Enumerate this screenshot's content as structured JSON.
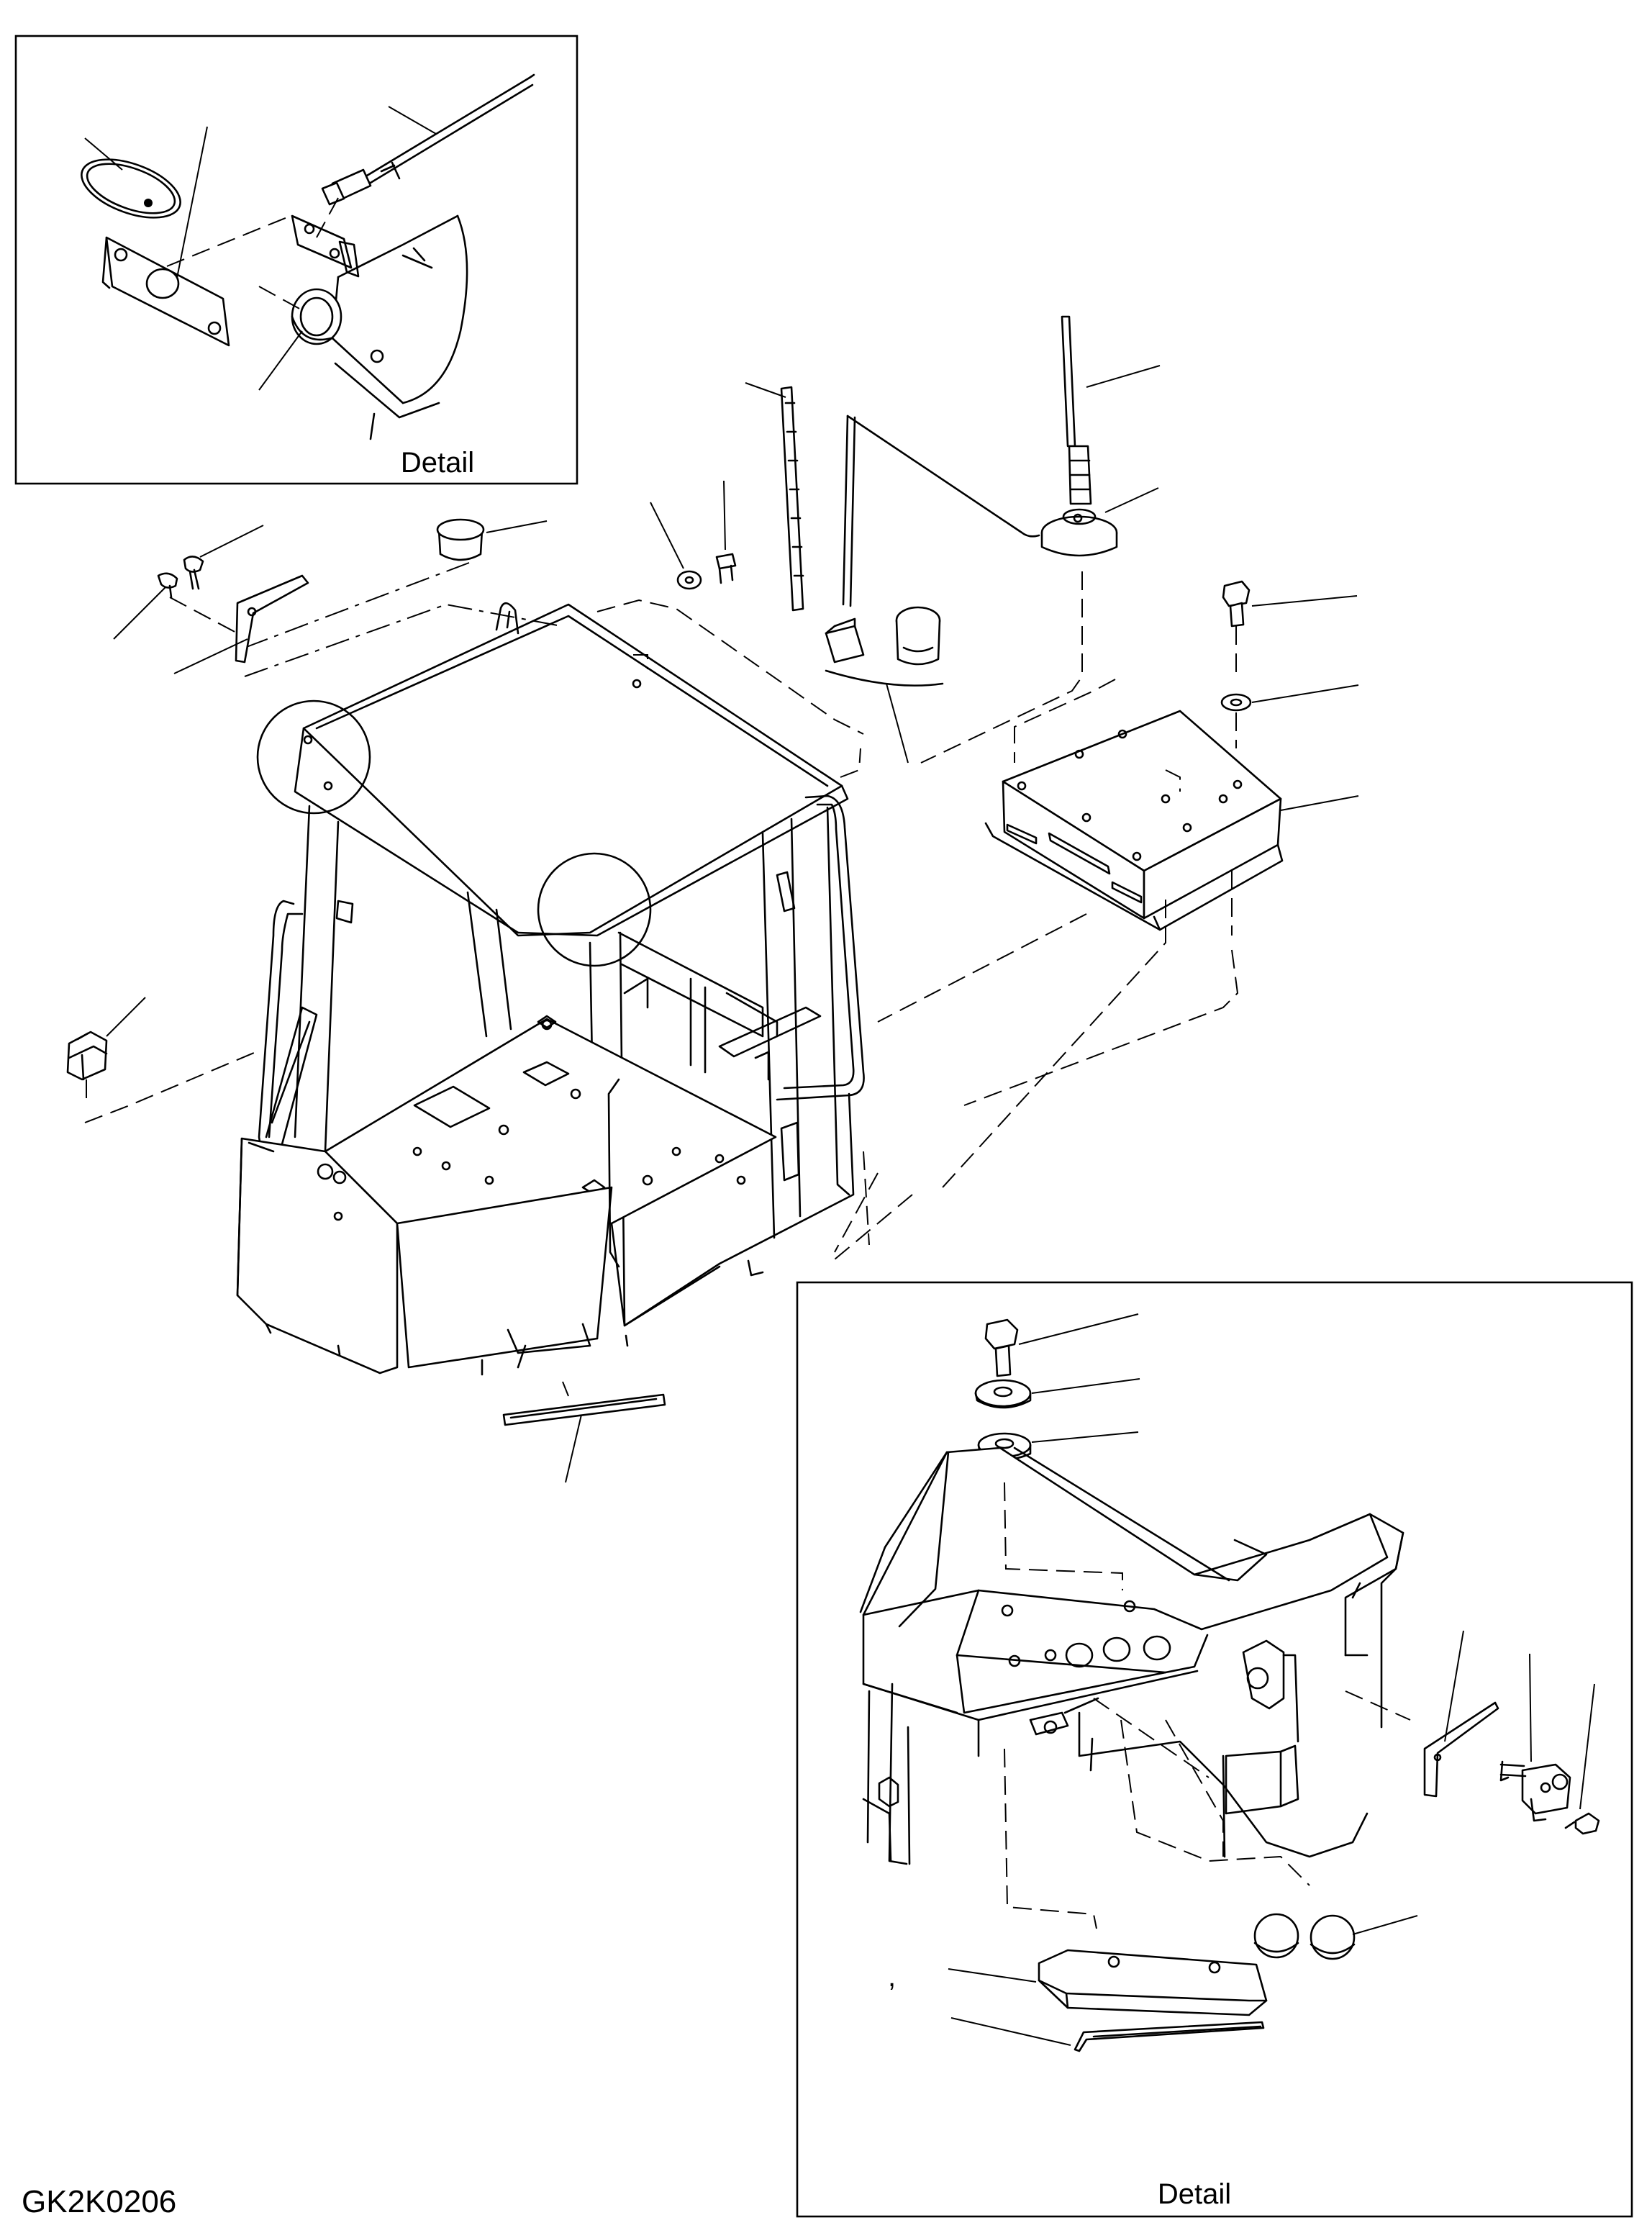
{
  "figure_code": "GK2K0206",
  "inset_top": {
    "caption": "Detail"
  },
  "inset_bottom": {
    "caption": "Detail"
  },
  "stray_mark": ","
}
